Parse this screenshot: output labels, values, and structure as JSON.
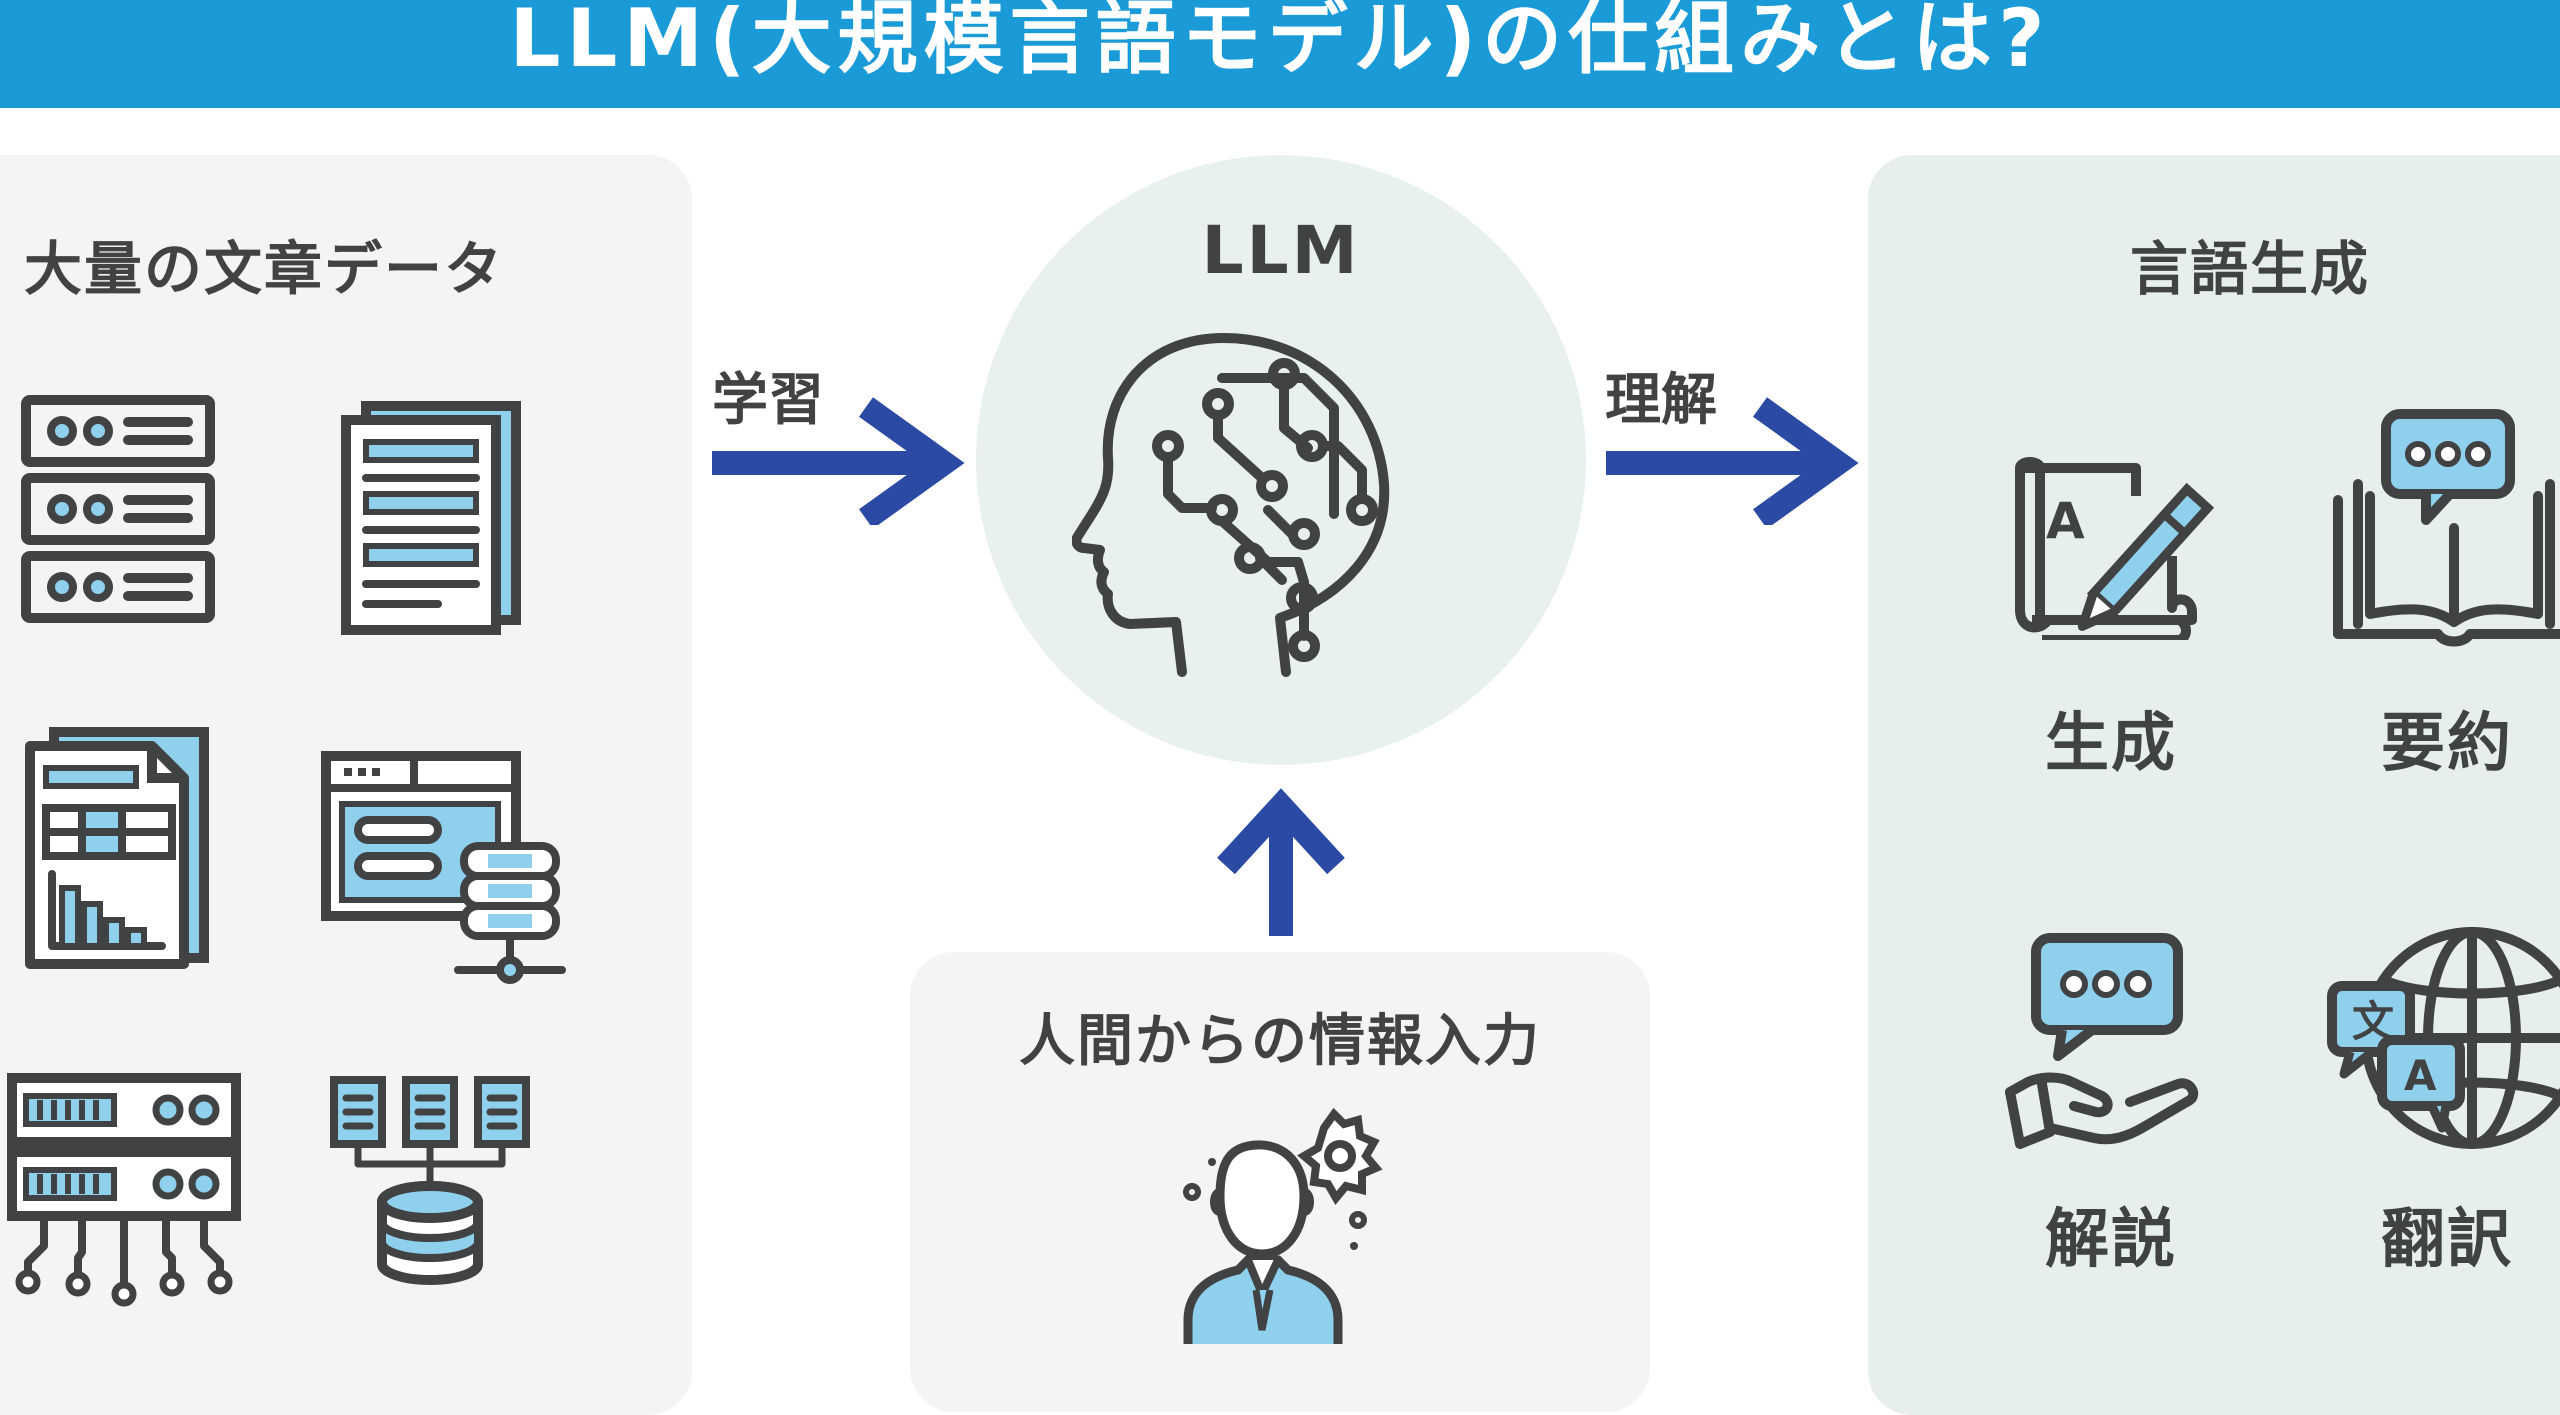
{
  "header": {
    "title": "LLM(大規模言語モデル)の仕組みとは?"
  },
  "left_panel": {
    "title": "大量の文章データ",
    "icons": [
      "server-rack-icon",
      "document-stack-icon",
      "report-chart-icon",
      "web-database-icon",
      "hardware-server-icon",
      "data-hierarchy-icon"
    ]
  },
  "center": {
    "llm_label": "LLM",
    "icon": "ai-brain-head-icon",
    "arrow_in_label": "学習",
    "arrow_out_label": "理解"
  },
  "bottom_panel": {
    "title": "人間からの情報入力",
    "icon": "thinking-person-icon"
  },
  "right_panel": {
    "title": "言語生成",
    "outputs": [
      {
        "label": "生成",
        "icon": "writing-icon"
      },
      {
        "label": "要約",
        "icon": "book-chat-icon"
      },
      {
        "label": "解説",
        "icon": "hand-chat-icon"
      },
      {
        "label": "翻訳",
        "icon": "translate-globe-icon"
      }
    ]
  },
  "colors": {
    "header": "#1a9bd8",
    "arrow": "#2b4aa3",
    "icon_stroke": "#404244",
    "icon_fill": "#8fd0ec",
    "panel_gray": "#f4f4f4",
    "panel_teal": "#e6efee"
  }
}
